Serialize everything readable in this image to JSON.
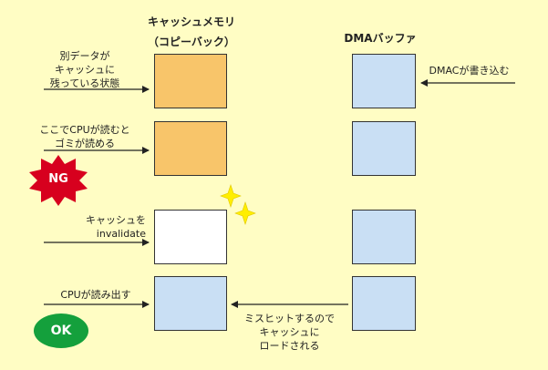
{
  "cache": {
    "title": "キャッシュメモリ",
    "subtitle": "（コピーバック）"
  },
  "dma": {
    "title": "DMAバッファ"
  },
  "rows": [
    {
      "left_label": "別データが\nキャッシュに\n残っている状態",
      "right_label": "DMACが書き込む"
    },
    {
      "left_label": "ここでCPUが読むと\nゴミが読める"
    },
    {
      "left_label": "キャッシュを\ninvalidate"
    },
    {
      "left_label": "CPUが読み出す",
      "middle_label": "ミスヒットするので\nキャッシュに\nロードされる"
    }
  ],
  "badges": {
    "ng": "NG",
    "ok": "OK"
  },
  "colors": {
    "background": "#fffdc4",
    "stale_cache": "#f8c56a",
    "data": "#c9dff4",
    "invalidated": "#ffffff",
    "ng_badge": "#d7001e",
    "ok_badge": "#14a03c",
    "sparkle": "#ffee00"
  }
}
